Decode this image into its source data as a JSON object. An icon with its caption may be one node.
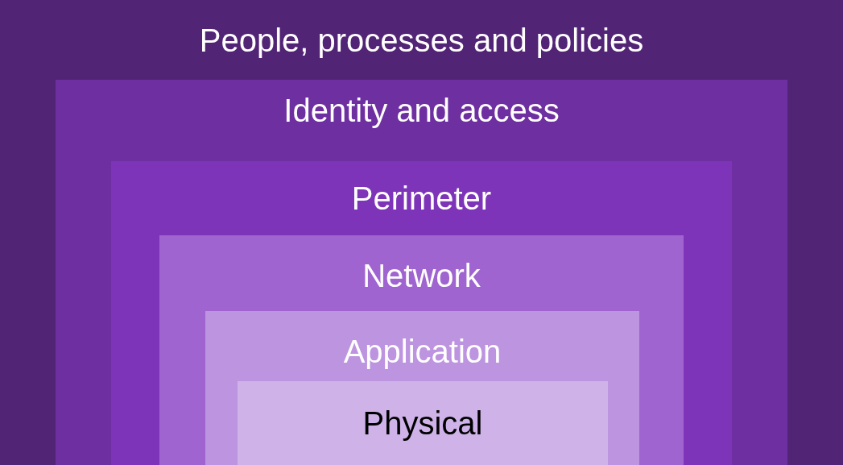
{
  "diagram": {
    "nodes": [
      {
        "text": [
          "People, processes and policies"
        ]
      },
      {
        "text": [
          "Identity and access"
        ],
        "in": 0
      },
      {
        "text": [
          "Perimeter"
        ],
        "in": 1
      },
      {
        "text": [
          "Network"
        ],
        "in": 2
      },
      {
        "text": [
          "Application"
        ],
        "in": 3
      },
      {
        "text": [
          "Physical"
        ],
        "in": 4
      }
    ]
  }
}
